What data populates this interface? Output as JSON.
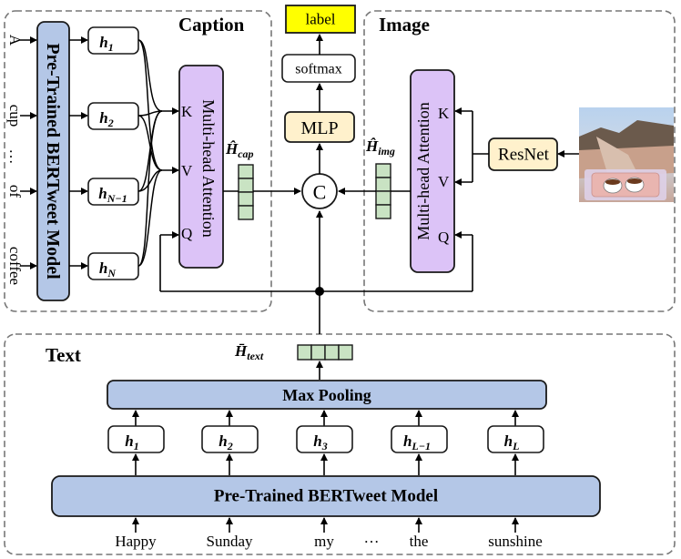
{
  "panels": {
    "caption_title": "Caption",
    "image_title": "Image",
    "text_title": "Text"
  },
  "caption": {
    "tokens": [
      "A",
      "cup",
      "…",
      "of",
      "coffee"
    ],
    "encoder_label": "Pre-Trained BERTweet Model",
    "hidden": [
      {
        "base": "h",
        "sub": "1"
      },
      {
        "base": "h",
        "sub": "2"
      },
      {
        "base": "h",
        "sub": "N−1"
      },
      {
        "base": "h",
        "sub": "N"
      }
    ],
    "attention_label": "Multi-head Attention",
    "kvq": [
      "K",
      "V",
      "Q"
    ],
    "output_label": {
      "base": "Ĥ",
      "sub": "cap"
    }
  },
  "center": {
    "label": "label",
    "softmax": "softmax",
    "mlp": "MLP",
    "concat": "C"
  },
  "image": {
    "attention_label": "Multi-head Attention",
    "kvq": [
      "K",
      "V",
      "Q"
    ],
    "resnet": "ResNet",
    "output_label": {
      "base": "Ĥ",
      "sub": "img"
    }
  },
  "text": {
    "pooling_label": "Max Pooling",
    "encoder_label": "Pre-Trained BERTweet Model",
    "pooled_label": {
      "base": "H̄",
      "sub": "text"
    },
    "hidden": [
      {
        "base": "h",
        "sub": "1"
      },
      {
        "base": "h",
        "sub": "2"
      },
      {
        "base": "h",
        "sub": "3"
      },
      {
        "base": "h",
        "sub": "L−1"
      },
      {
        "base": "h",
        "sub": "L"
      }
    ],
    "tokens": [
      "Happy",
      "Sunday",
      "my",
      "…",
      "the",
      "sunshine"
    ]
  },
  "colors": {
    "bert_blue": "#b4c7e7",
    "attention_purple": "#dcc3f7",
    "mlp_peach": "#fff1cc",
    "label_yellow": "#ffff00",
    "vector_green": "#c9e3c3"
  }
}
